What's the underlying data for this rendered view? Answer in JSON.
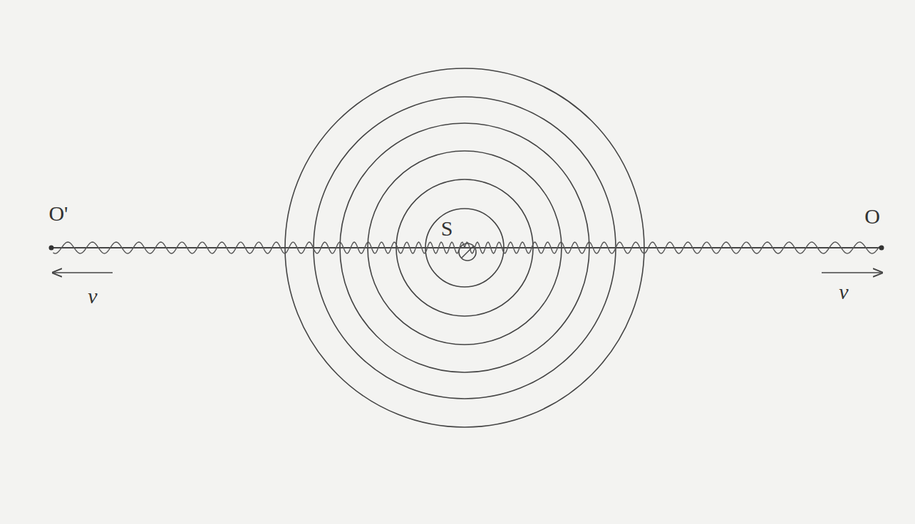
{
  "diagram": {
    "labels": [
      "O'",
      "S",
      "O",
      "v",
      "v"
    ]
  }
}
